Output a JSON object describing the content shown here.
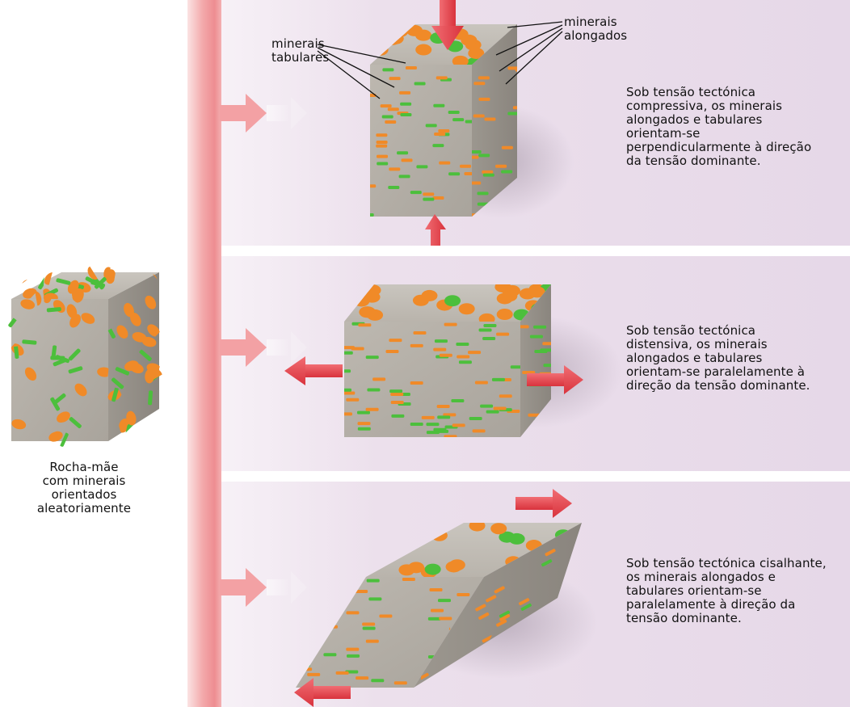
{
  "parent_rock": {
    "caption_lines": [
      "Rocha-mãe",
      "com minerais",
      "orientados",
      "aleatoriamente"
    ]
  },
  "panels": [
    {
      "stress": "compressiva",
      "description_lines": [
        "Sob tensão tectónica",
        "compressiva, os minerais",
        "alongados e tabulares",
        "orientam-se",
        "perpendicularmente à direção",
        "da tensão dominante."
      ],
      "callouts": {
        "tabular_lines": [
          "minerais",
          "tabulares"
        ],
        "elongated_lines": [
          "minerais",
          "alongados"
        ]
      }
    },
    {
      "stress": "distensiva",
      "description_lines": [
        "Sob tensão tectónica",
        "distensiva, os minerais",
        "alongados e tabulares",
        "orientam-se paralelamente à",
        "direção da tensão dominante."
      ]
    },
    {
      "stress": "cisalhante",
      "description_lines": [
        "Sob tensão tectónica cisalhante,",
        "os minerais alongados e",
        "tabulares orientam-se",
        "paralelamente à direção da",
        "tensão dominante."
      ]
    }
  ],
  "colors": {
    "panel_background": "#e9dcea",
    "stress_arrow": "#e8444e",
    "connector": "#f2a3a6",
    "rock": "#b5b0a8",
    "tabular_mineral": "#f08a28",
    "elongated_mineral": "#4cbf3c"
  }
}
